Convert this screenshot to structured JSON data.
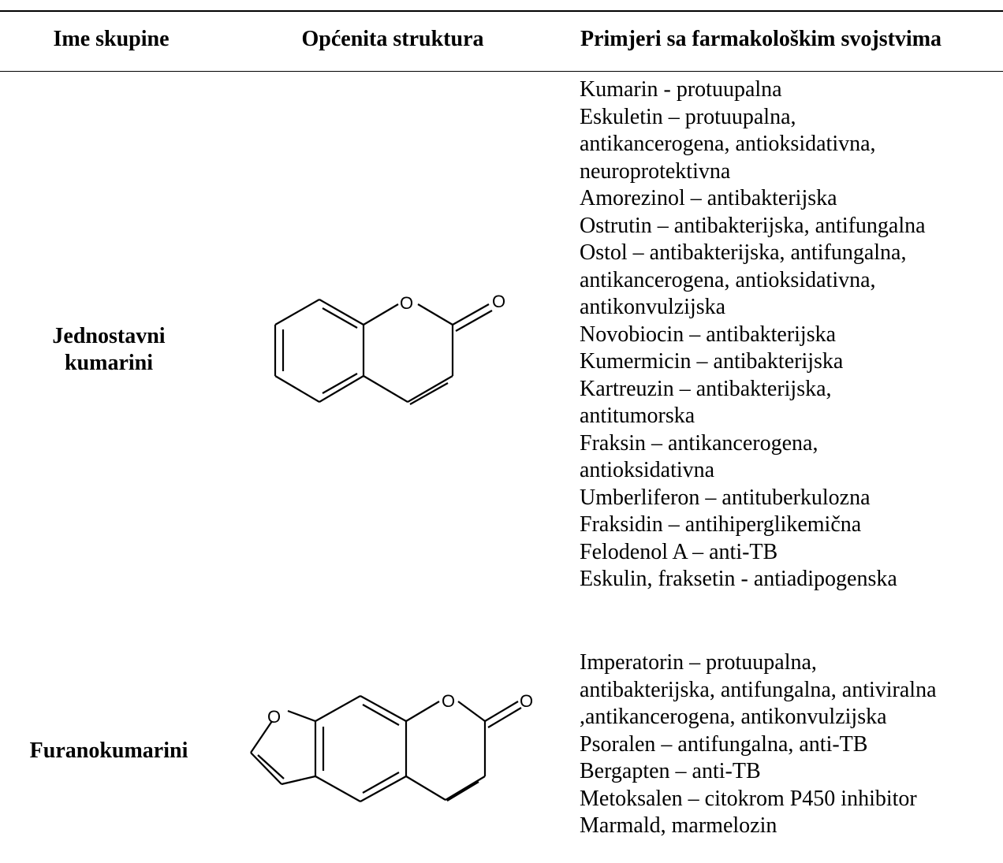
{
  "table": {
    "headers": [
      "Ime skupine",
      "Općenita struktura",
      "Primjeri sa farmakološkim svojstvima"
    ],
    "rows": [
      {
        "name_lines": [
          "Jednostavni",
          "kumarini"
        ],
        "structure_atoms": [
          "O",
          "O"
        ],
        "lines": [
          "Kumarin - protuupalna",
          "Eskuletin – protuupalna,",
          "antikancerogena, antioksidativna,",
          "neuroprotektivna",
          "Amorezinol – antibakterijska",
          "Ostrutin – antibakterijska, antifungalna",
          "Ostol – antibakterijska, antifungalna,",
          "antikancerogena, antioksidativna,",
          "antikonvulzijska",
          "Novobiocin – antibakterijska",
          "Kumermicin – antibakterijska",
          "Kartreuzin – antibakterijska,",
          "antitumorska",
          "Fraksin – antikancerogena,",
          "antioksidativna",
          "Umberliferon – antituberkulozna",
          "Fraksidin – antihiperglikemična",
          "Felodenol A – anti-TB",
          "Eskulin, fraksetin - antiadipogenska"
        ]
      },
      {
        "name_lines": [
          "Furanokumarini"
        ],
        "structure_atoms": [
          "O",
          "O",
          "O"
        ],
        "lines": [
          "Imperatorin – protuupalna,",
          "antibakterijska, antifungalna, antiviralna",
          ",antikancerogena, antikonvulzijska",
          "Psoralen – antifungalna, anti-TB",
          "Bergapten – anti-TB",
          "Metoksalen – citokrom P450 inhibitor",
          "Marmald, marmelozin"
        ]
      }
    ]
  }
}
